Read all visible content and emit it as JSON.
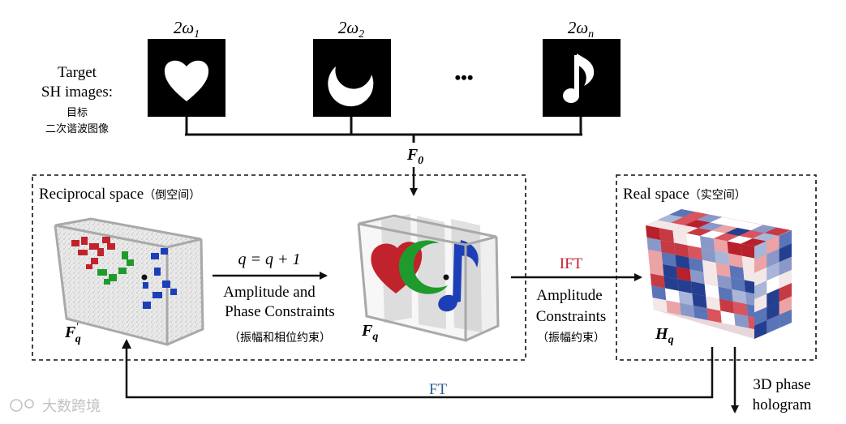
{
  "targets": {
    "label_line1": "Target",
    "label_line2": "SH images:",
    "label_cn_line1": "目标",
    "label_cn_line2": "二次谐波图像",
    "items": [
      {
        "freq_base": "2ω",
        "freq_sub": "1",
        "shape": "heart"
      },
      {
        "freq_base": "2ω",
        "freq_sub": "2",
        "shape": "crescent"
      },
      {
        "freq_base": "2ω",
        "freq_sub": "n",
        "shape": "music-note"
      }
    ],
    "ellipsis": "•••"
  },
  "f0": {
    "base": "F",
    "sub": "0"
  },
  "reciprocal": {
    "title": "Reciprocal space",
    "title_cn": "（倒空间）",
    "cube1_label": {
      "base": "F",
      "sub": "q",
      "sup": "'"
    },
    "cube2_label": {
      "base": "F",
      "sub": "q"
    },
    "iteration": "q = q + 1",
    "constraint_line1": "Amplitude and",
    "constraint_line2": "Phase Constraints",
    "constraint_cn": "（振幅和相位约束）"
  },
  "transform": {
    "ift": "IFT",
    "ft": "FT",
    "amp_line1": "Amplitude",
    "amp_line2": "Constraints",
    "amp_cn": "（振幅约束）"
  },
  "real": {
    "title": "Real space",
    "title_cn": "（实空间）",
    "cube_label": {
      "base": "H",
      "sub": "q"
    }
  },
  "output": {
    "line1": "3D phase",
    "line2": "hologram"
  },
  "watermark": "大数跨境",
  "colors": {
    "red": "#c0232b",
    "green": "#1f9a2c",
    "blue": "#1c3fb8",
    "ift": "#c0232b",
    "ft": "#2f5f8f"
  }
}
